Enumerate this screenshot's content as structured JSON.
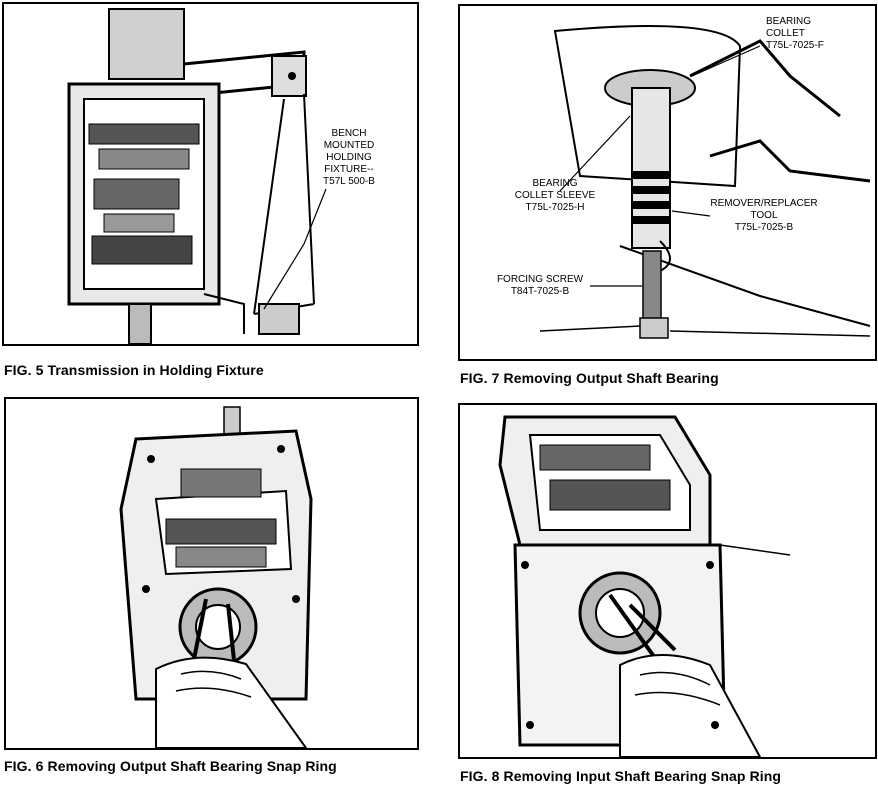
{
  "figures": [
    {
      "caption": "FIG. 5 Transmission in Holding Fixture",
      "callouts": [
        "BENCH",
        "MOUNTED",
        "HOLDING",
        "FIXTURE--",
        "T57L 500-B"
      ]
    },
    {
      "caption": "FIG. 7 Removing Output Shaft Bearing",
      "callouts": {
        "collet": [
          "BEARING",
          "COLLET",
          "T75L-7025-F"
        ],
        "sleeve": [
          "BEARING",
          "COLLET SLEEVE",
          "T75L-7025-H"
        ],
        "tool": [
          "REMOVER/REPLACER",
          "TOOL",
          "T75L-7025-B"
        ],
        "screw": [
          "FORCING SCREW",
          "T84T-7025-B"
        ]
      }
    },
    {
      "caption": "FIG. 6 Removing Output Shaft Bearing Snap Ring"
    },
    {
      "caption": "FIG. 8 Removing Input Shaft Bearing Snap Ring"
    }
  ]
}
